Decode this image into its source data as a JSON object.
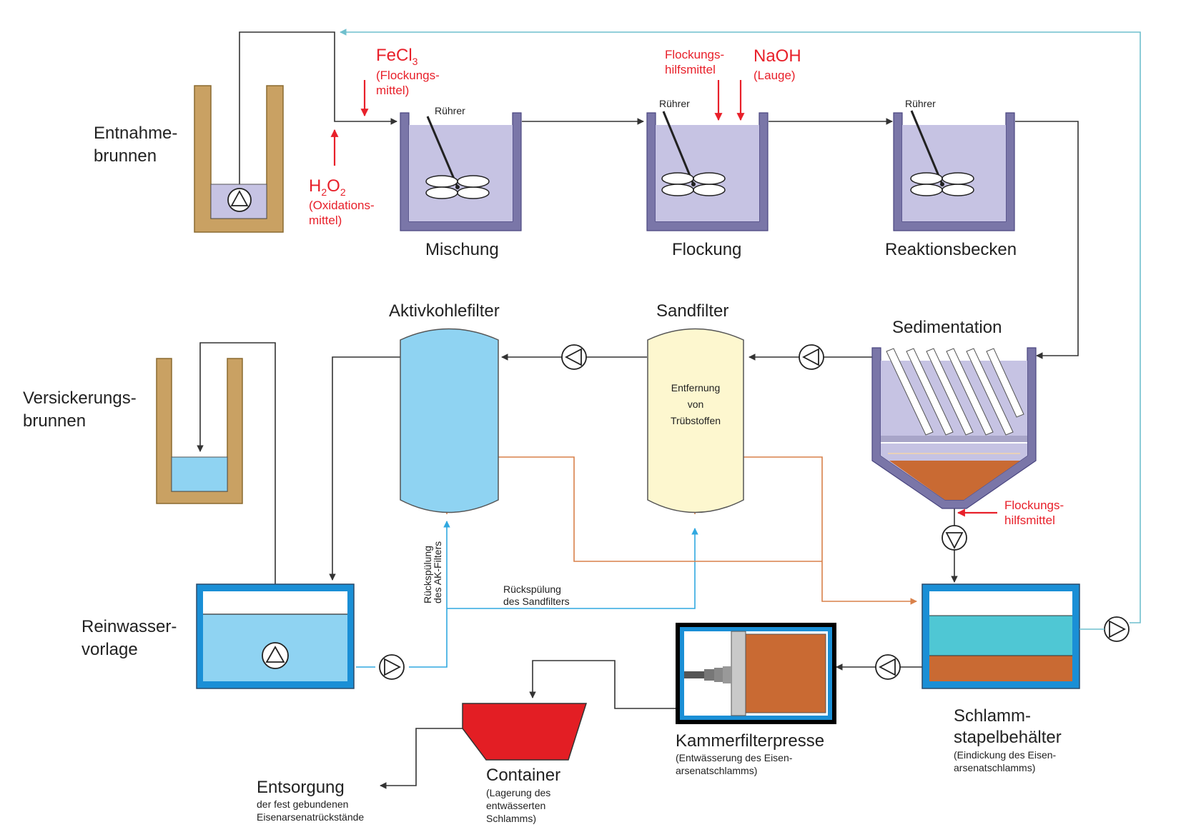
{
  "labels": {
    "entnahme": [
      "Entnahme-",
      "brunnen"
    ],
    "versickerung": [
      "Versickerungs-",
      "brunnen"
    ],
    "reinwasser": [
      "Reinwasser-",
      "vorlage"
    ],
    "mischung": "Mischung",
    "flockung": "Flockung",
    "reaktionsbecken": "Reaktionsbecken",
    "aktivkohlefilter": "Aktivkohlefilter",
    "sandfilter": "Sandfilter",
    "sedimentation": "Sedimentation",
    "ruehrer": "Rührer",
    "sandfilter_text": [
      "Entfernung",
      "von",
      "Trübstoffen"
    ],
    "rueckspuelung_ak": [
      "Rückspülung",
      "des AK-Filters"
    ],
    "rueckspuelung_sand": [
      "Rückspülung",
      "des Sandfilters"
    ],
    "schlamm_title": [
      "Schlamm-",
      "stapelbehälter"
    ],
    "schlamm_sub": [
      "(Eindickung des Eisen-",
      "arsenatschlamms)"
    ],
    "kammer_title": "Kammerfilterpresse",
    "kammer_sub": [
      "(Entwässerung des Eisen-",
      "arsenatschlamms)"
    ],
    "container_title": "Container",
    "container_sub": [
      "(Lagerung des",
      "entwässerten",
      "Schlamms)"
    ],
    "entsorgung_title": "Entsorgung",
    "entsorgung_sub": [
      "der fest gebundenen",
      "Eisenarsenatrückstände"
    ]
  },
  "chemicals": {
    "fecl3": "FeCl",
    "fecl3_sub": "3",
    "fecl3_desc": [
      "(Flockungs-",
      "mittel)"
    ],
    "h2o2_h": "H",
    "h2o2_sub1": "2",
    "h2o2_o": "O",
    "h2o2_sub2": "2",
    "h2o2_desc": [
      "(Oxidations-",
      "mittel)"
    ],
    "flockungshilfsmittel": [
      "Flockungs-",
      "hilfsmittel"
    ],
    "naoh": "NaOH",
    "naoh_desc": "(Lauge)",
    "flockungshilfsmittel_sed": [
      "Flockungs-",
      "hilfsmittel"
    ]
  },
  "colors": {
    "accent_red": "#e8202a",
    "tank_frame": "#7a76a8",
    "tank_fill": "#c6c3e3",
    "well_wall": "#c9a163",
    "water_blue": "#8fd3f2",
    "frame_blue": "#1a8fd6",
    "sand_fill": "#fdf7cf",
    "sludge": "#c96a33",
    "sludge_cyan": "#4fc7d4",
    "container_red": "#e31e24",
    "backwash_line": "#30a8e0",
    "sludge_line": "#d9814a",
    "return_line": "#6fbfcd"
  }
}
